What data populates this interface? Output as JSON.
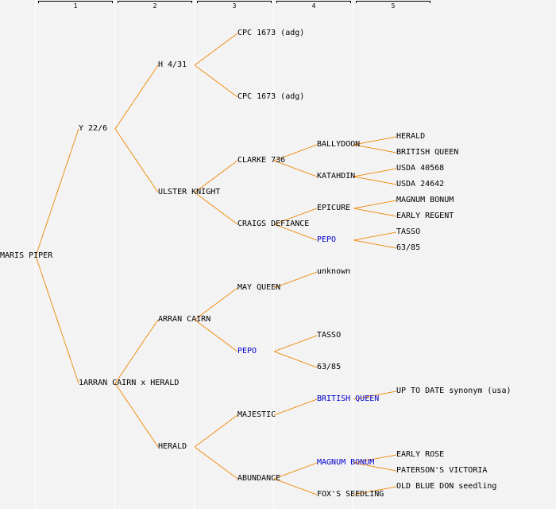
{
  "colors": {
    "background": "#f3f3f3",
    "link": "#f0901a",
    "highlight_text": "#0000cc",
    "text": "#000000"
  },
  "columns": [
    "1",
    "2",
    "3",
    "4",
    "5"
  ],
  "tree": {
    "id": "n0",
    "label": "MARIS PIPER",
    "gen": 0,
    "row": 16,
    "children": [
      {
        "id": "n1",
        "label": "Y 22/6",
        "gen": 1,
        "row": 8,
        "children": [
          {
            "id": "n2",
            "label": "H 4/31",
            "gen": 2,
            "row": 4,
            "children": [
              {
                "id": "n3",
                "label": "CPC 1673 (adg)",
                "gen": 3,
                "row": 2
              },
              {
                "id": "n4",
                "label": "CPC 1673 (adg)",
                "gen": 3,
                "row": 6
              }
            ]
          },
          {
            "id": "n5",
            "label": "ULSTER KNIGHT",
            "gen": 2,
            "row": 12,
            "children": [
              {
                "id": "n6",
                "label": "CLARKE 736",
                "gen": 3,
                "row": 10,
                "children": [
                  {
                    "id": "n7",
                    "label": "BALLYDOON",
                    "gen": 4,
                    "row": 9,
                    "children": [
                      {
                        "id": "n8",
                        "label": "HERALD",
                        "gen": 5,
                        "row": 8.5
                      },
                      {
                        "id": "n9",
                        "label": "BRITISH QUEEN",
                        "gen": 5,
                        "row": 9.5
                      }
                    ]
                  },
                  {
                    "id": "n10",
                    "label": "KATAHDIN",
                    "gen": 4,
                    "row": 11,
                    "children": [
                      {
                        "id": "n11",
                        "label": "USDA 40568",
                        "gen": 5,
                        "row": 10.5
                      },
                      {
                        "id": "n12",
                        "label": "USDA 24642",
                        "gen": 5,
                        "row": 11.5
                      }
                    ]
                  }
                ]
              },
              {
                "id": "n13",
                "label": "CRAIGS DEFIANCE",
                "gen": 3,
                "row": 14,
                "children": [
                  {
                    "id": "n14",
                    "label": "EPICURE",
                    "gen": 4,
                    "row": 13,
                    "children": [
                      {
                        "id": "n15",
                        "label": "MAGNUM BONUM",
                        "gen": 5,
                        "row": 12.5
                      },
                      {
                        "id": "n16",
                        "label": "EARLY REGENT",
                        "gen": 5,
                        "row": 13.5
                      }
                    ]
                  },
                  {
                    "id": "n17",
                    "label": "PEPO",
                    "gen": 4,
                    "row": 15,
                    "highlight": true,
                    "children": [
                      {
                        "id": "n18",
                        "label": "TASSO",
                        "gen": 5,
                        "row": 14.5
                      },
                      {
                        "id": "n19",
                        "label": "63/85",
                        "gen": 5,
                        "row": 15.5
                      }
                    ]
                  }
                ]
              }
            ]
          }
        ]
      },
      {
        "id": "n20",
        "label": "1ARRAN CAIRN x HERALD",
        "gen": 1,
        "row": 24,
        "children": [
          {
            "id": "n21",
            "label": "ARRAN CAIRN",
            "gen": 2,
            "row": 20,
            "children": [
              {
                "id": "n22",
                "label": "MAY QUEEN",
                "gen": 3,
                "row": 18,
                "children": [
                  {
                    "id": "n23",
                    "label": "unknown",
                    "gen": 4,
                    "row": 17
                  }
                ]
              },
              {
                "id": "n24",
                "label": "PEPO",
                "gen": 3,
                "row": 22,
                "highlight": true,
                "children": [
                  {
                    "id": "n25",
                    "label": "TASSO",
                    "gen": 4,
                    "row": 21
                  },
                  {
                    "id": "n26",
                    "label": "63/85",
                    "gen": 4,
                    "row": 23
                  }
                ]
              }
            ]
          },
          {
            "id": "n27",
            "label": "HERALD",
            "gen": 2,
            "row": 28,
            "children": [
              {
                "id": "n28",
                "label": "MAJESTIC",
                "gen": 3,
                "row": 26,
                "children": [
                  {
                    "id": "n29",
                    "label": "BRITISH QUEEN",
                    "gen": 4,
                    "row": 25,
                    "highlight": true,
                    "children": [
                      {
                        "id": "n30",
                        "label": "UP TO DATE synonym (usa)",
                        "gen": 5,
                        "row": 24.5
                      }
                    ]
                  }
                ]
              },
              {
                "id": "n31",
                "label": "ABUNDANCE",
                "gen": 3,
                "row": 30,
                "children": [
                  {
                    "id": "n32",
                    "label": "MAGNUM BONUM",
                    "gen": 4,
                    "row": 29,
                    "highlight": true,
                    "children": [
                      {
                        "id": "n33",
                        "label": "EARLY ROSE",
                        "gen": 5,
                        "row": 28.5
                      },
                      {
                        "id": "n34",
                        "label": "PATERSON'S VICTORIA",
                        "gen": 5,
                        "row": 29.5
                      }
                    ]
                  },
                  {
                    "id": "n35",
                    "label": "FOX'S SEEDLING",
                    "gen": 4,
                    "row": 31,
                    "children": [
                      {
                        "id": "n36",
                        "label": "OLD BLUE DON seedling",
                        "gen": 5,
                        "row": 30.5
                      }
                    ]
                  }
                ]
              }
            ]
          }
        ]
      }
    ]
  }
}
